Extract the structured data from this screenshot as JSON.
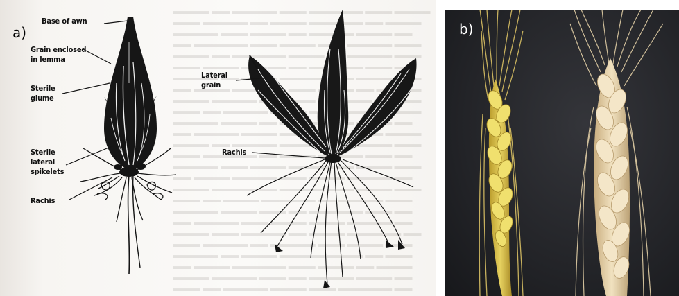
{
  "panel_a": {
    "tag": "a)",
    "labels": {
      "base_of_awn": "Base of awn",
      "grain_enclosed": "Grain enclosed",
      "in_lemma": "in lemma",
      "sterile_glume_1": "Sterile",
      "sterile_glume_2": "glume",
      "sterile_lateral_1": "Sterile",
      "sterile_lateral_2": "lateral",
      "sterile_lateral_3": "spikelets",
      "rachis_left": "Rachis",
      "lateral_grain_1": "Lateral",
      "lateral_grain_2": "grain",
      "rachis_right": "Rachis"
    }
  },
  "panel_b": {
    "tag": "b)"
  },
  "colors": {
    "ink": "#141414",
    "background_dark": "#232428",
    "spike_yellow": "#d8c24a",
    "spike_cream": "#e8d6ad"
  }
}
